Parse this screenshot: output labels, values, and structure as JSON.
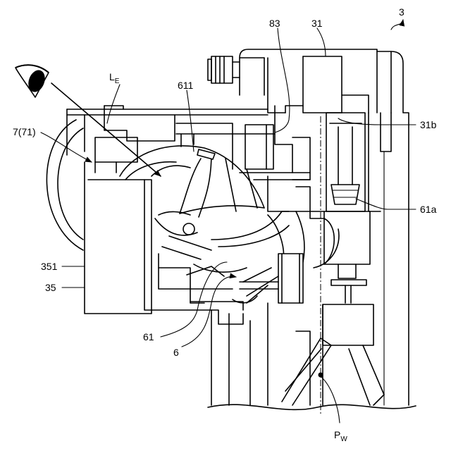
{
  "figure": {
    "labels": {
      "device": "3",
      "part_83": "83",
      "part_31": "31",
      "part_31b": "31b",
      "part_61a": "61a",
      "part_611": "611",
      "part_7_71": "7(71)",
      "part_351": "351",
      "part_35": "35",
      "part_61": "61",
      "part_6": "6",
      "line_of_sight_main": "L",
      "line_of_sight_sub": "E",
      "point_main": "P",
      "point_sub": "W"
    },
    "icons": [
      "eye-icon"
    ]
  }
}
